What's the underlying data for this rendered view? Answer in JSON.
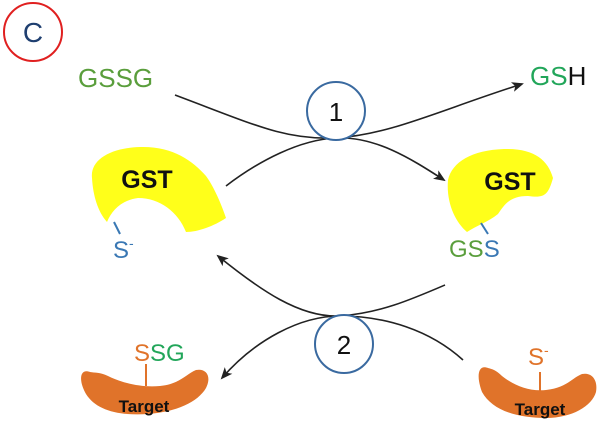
{
  "panel_label": "C",
  "colors": {
    "green": "#5a9e3c",
    "bright_green": "#22a65a",
    "blue": "#3a78b4",
    "orange": "#e0732a",
    "yellow": "#ffff1a",
    "panel_ring": "#e02020",
    "step_ring": "#3a6aa0",
    "arrow": "#222222"
  },
  "steps": {
    "one": "1",
    "two": "2"
  },
  "molecules": {
    "gssg": "GSSG",
    "gsh_g": "GS",
    "gsh_h": "H",
    "gss_gs": "GS",
    "gss_s": "S",
    "thiolate_s": "S",
    "thiolate_charge": "-",
    "target_ssg_s": "S",
    "target_ssg_sg": "SG",
    "target_thiolate_s": "S",
    "target_thiolate_charge": "-"
  },
  "enzymes": {
    "left": "GST",
    "right": "GST"
  },
  "targets": {
    "left": "Target",
    "right": "Target"
  }
}
